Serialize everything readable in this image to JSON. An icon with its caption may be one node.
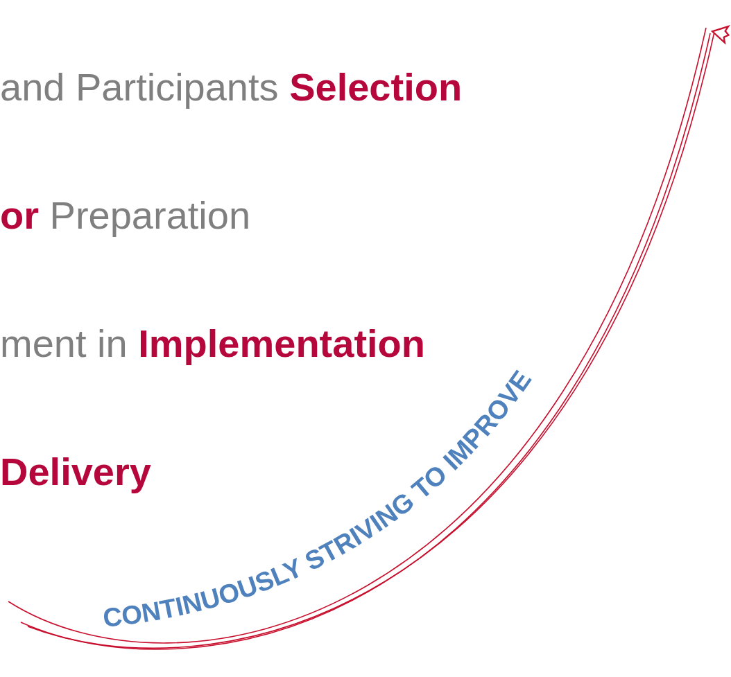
{
  "diagram": {
    "labels": [
      "and Participants **Selection**",
      "**or** Preparation",
      "ment in **Implementation**",
      "**Delivery**",
      "CONTINUOUSLY STRIVING TO IMPROVE"
    ]
  }
}
